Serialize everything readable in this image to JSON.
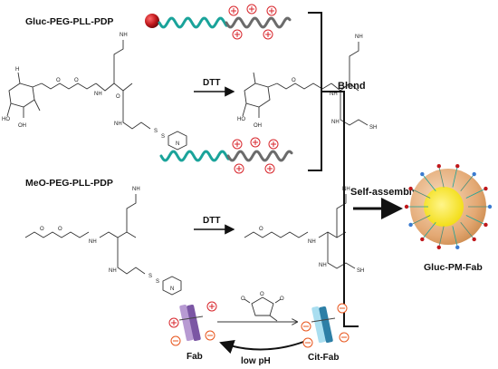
{
  "polymers": {
    "gluc_title": "Gluc-PEG-PLL-PDP",
    "meo_title": "MeO-PEG-PLL-PDP"
  },
  "reactions": {
    "dtt_top": "DTT",
    "dtt_bottom": "DTT",
    "anhydride_reagent": "",
    "low_ph": "low pH"
  },
  "steps": {
    "blend": "Blend",
    "self_assembly": "Self-assembly"
  },
  "products": {
    "fab": "Fab",
    "cit_fab": "Cit-Fab",
    "micelle": "Gluc-PM-Fab"
  },
  "chem_text": {
    "nh": "NH",
    "nh2": "NH",
    "h": "H",
    "sh": "SH",
    "s": "S",
    "o": "O",
    "n": "N",
    "ho": "HO",
    "oh": "OH"
  },
  "colors": {
    "peg": "#1aa39a",
    "pll": "#6b6b6b",
    "glucose_bead": "#c0181c",
    "positive": "#d8262c",
    "negative": "#e8551c",
    "fab_light": "#b79ad2",
    "fab_dark": "#7b56a4",
    "citfab_light": "#a9def0",
    "citfab_dark": "#2d7fa6",
    "micelle_core": "#f5e315",
    "micelle_shell": "#e3a873"
  }
}
